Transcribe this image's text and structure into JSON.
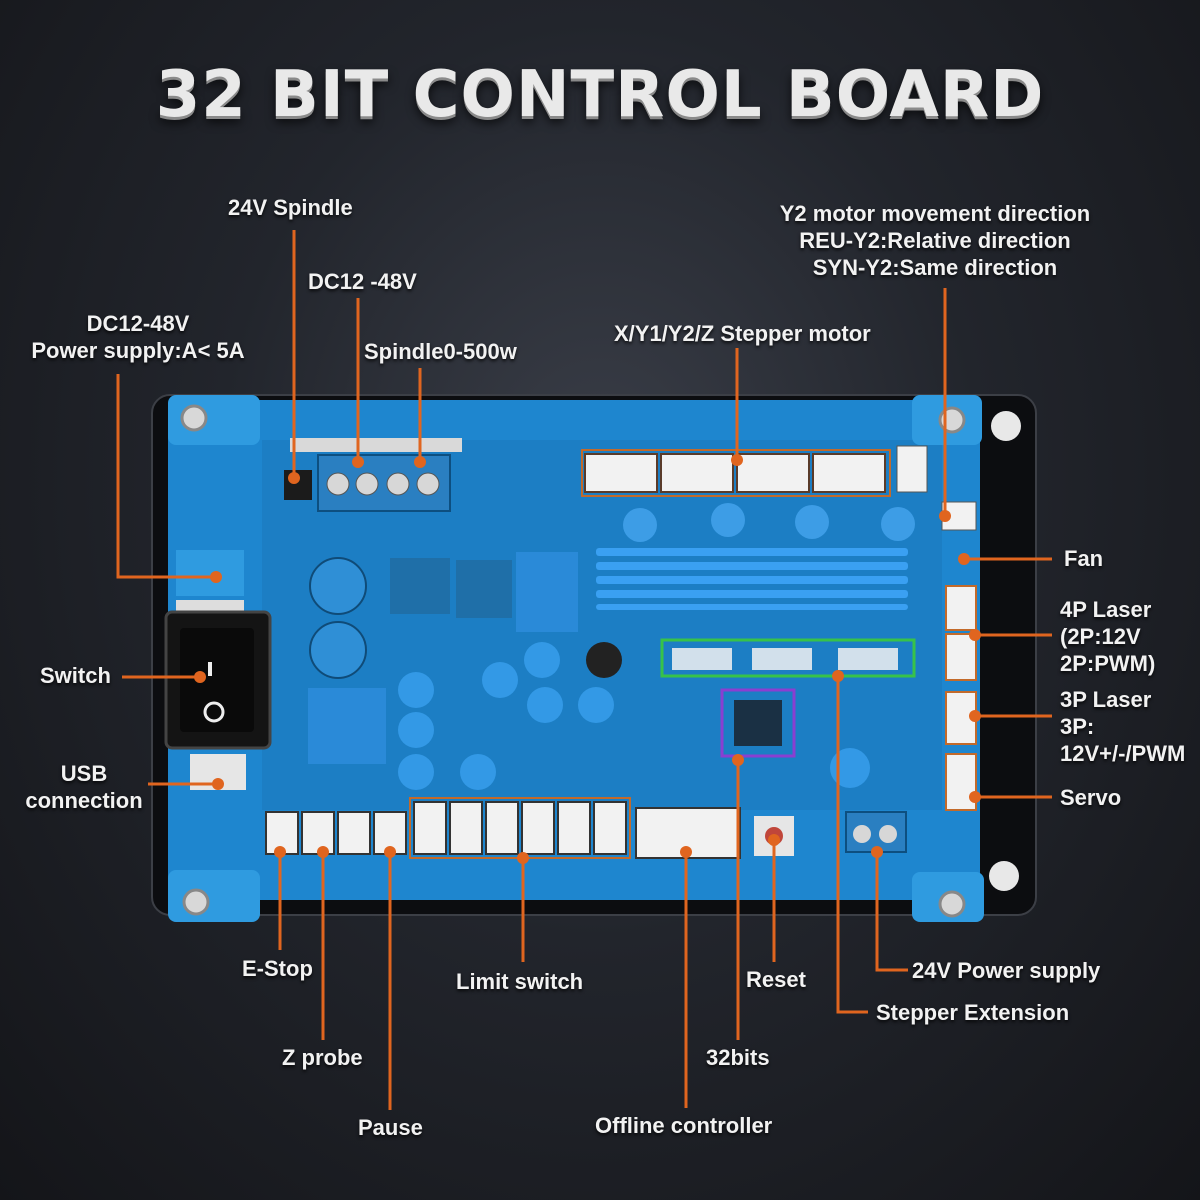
{
  "title": "32 BIT CONTROL BOARD",
  "colors": {
    "leader": "#e0651f",
    "board": "#1e86cf",
    "highlight_green": "#37c24a",
    "highlight_purple": "#8a3fd1"
  },
  "labels": {
    "spindle24v": "24V Spindle",
    "dc12_48v_top": "DC12 -48V",
    "spindle_power": "Spindle0-500w",
    "power_line1": "DC12-48V",
    "power_line2": "Power supply:A< 5A",
    "stepper_motor": "X/Y1/Y2/Z Stepper motor",
    "y2_line1": "Y2 motor movement direction",
    "y2_line2": "REU-Y2:Relative direction",
    "y2_line3": "SYN-Y2:Same direction",
    "fan": "Fan",
    "laser4p_line1": "4P Laser",
    "laser4p_line2": "(2P:12V",
    "laser4p_line3": "2P:PWM)",
    "laser3p_line1": "3P Laser",
    "laser3p_line2": "3P:",
    "laser3p_line3": "12V+/-/PWM",
    "servo": "Servo",
    "switch": "Switch",
    "usb_line1": "USB",
    "usb_line2": "connection",
    "estop": "E-Stop",
    "zprobe": "Z probe",
    "pause": "Pause",
    "limit_switch": "Limit switch",
    "offline_controller": "Offline controller",
    "bits32": "32bits",
    "reset": "Reset",
    "stepper_extension": "Stepper Extension",
    "power24v": "24V Power supply"
  }
}
